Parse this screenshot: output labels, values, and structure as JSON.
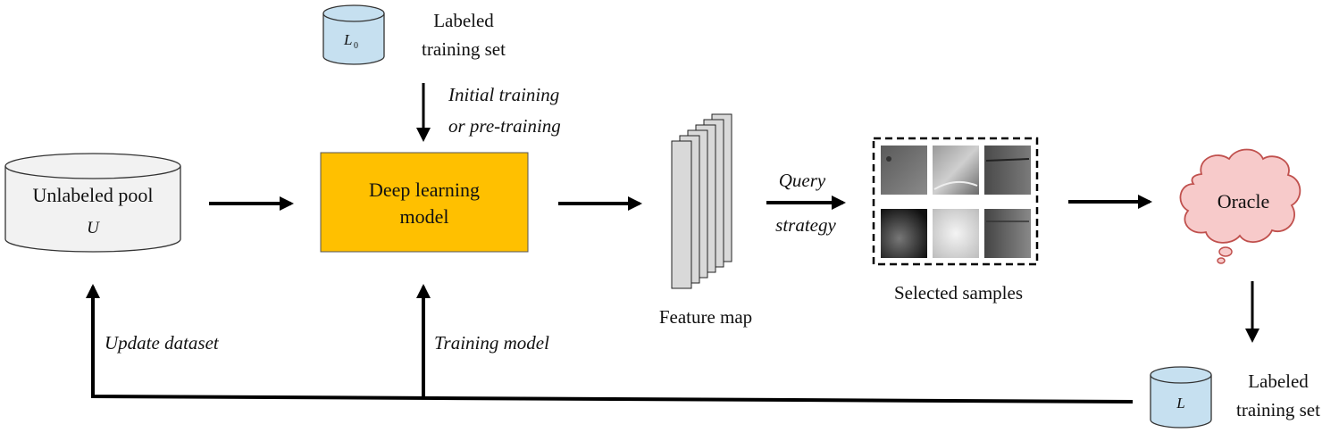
{
  "labeled_set_top": {
    "symbol": "L",
    "subscript": "0",
    "label_line1": "Labeled",
    "label_line2": "training set"
  },
  "initial_training": {
    "line1": "Initial training",
    "line2": "or pre-training"
  },
  "unlabeled_pool": {
    "title": "Unlabeled pool",
    "symbol": "U"
  },
  "model": {
    "line1": "Deep learning",
    "line2": "model"
  },
  "feature_map": {
    "label": "Feature map"
  },
  "query_strategy": {
    "line1": "Query",
    "line2": "strategy"
  },
  "selected_samples": {
    "label": "Selected samples"
  },
  "oracle": {
    "label": "Oracle"
  },
  "labeled_set_bottom": {
    "symbol": "L",
    "label_line1": "Labeled",
    "label_line2": "training set"
  },
  "feedback": {
    "update_dataset": "Update dataset",
    "training_model": "Training model"
  },
  "colors": {
    "model_fill": "#FFC000",
    "cylinder_blue": "#C6E0F0",
    "pool_fill": "#F2F2F2",
    "oracle_fill": "#F7CACA",
    "oracle_stroke": "#C0504D",
    "feature_fill": "#D9D9D9"
  }
}
